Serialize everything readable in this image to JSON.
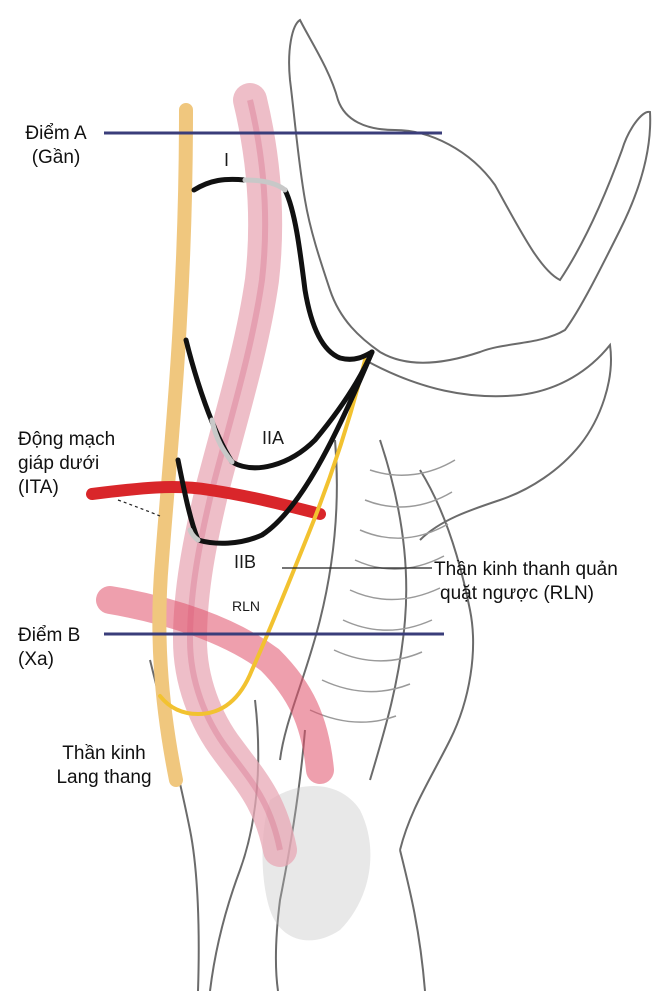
{
  "diagram": {
    "labels": {
      "point_a": "Điểm A",
      "point_a_sub": "(Gần)",
      "point_b": "Điểm B",
      "point_b_sub": "(Xa)",
      "ita_line1": "Động mạch",
      "ita_line2": "giáp dưới",
      "ita_line3": "(ITA)",
      "rln_line1": "Thần kinh thanh quản",
      "rln_line2": "quặt ngược (RLN)",
      "vagus_line1": "Thần kinh",
      "vagus_line2": "Lang thang"
    },
    "markers": {
      "zone_i": "I",
      "zone_iia": "IIA",
      "zone_iib": "IIB",
      "rln_tag": "RLN"
    },
    "colors": {
      "plane_line": "#3a3d7a",
      "vagus_nerve": "#f0c77e",
      "rln_nerve": "#f2c230",
      "ita_artery": "#d9262a",
      "carotid": "#e8a8b6",
      "outline": "#111111"
    }
  }
}
